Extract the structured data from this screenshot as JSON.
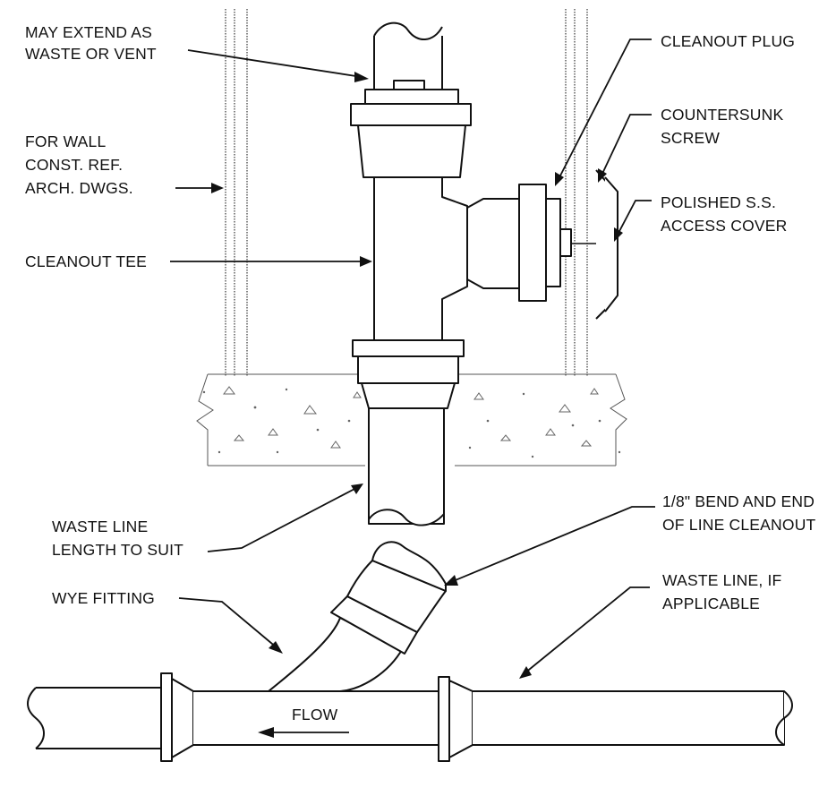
{
  "labels": {
    "extend": [
      "MAY EXTEND AS",
      "WASTE OR VENT"
    ],
    "wall": [
      "FOR WALL",
      "CONST. REF.",
      "ARCH. DWGS."
    ],
    "tee": [
      "CLEANOUT TEE"
    ],
    "waste_line": [
      "WASTE LINE",
      "LENGTH TO SUIT"
    ],
    "wye": [
      "WYE FITTING"
    ],
    "plug": [
      "CLEANOUT PLUG"
    ],
    "screw": [
      "COUNTERSUNK",
      "SCREW"
    ],
    "cover": [
      "POLISHED S.S.",
      "ACCESS COVER"
    ],
    "bend": [
      "1/8\" BEND AND END",
      "OF LINE CLEANOUT"
    ],
    "waste_if": [
      "WASTE LINE, IF",
      "APPLICABLE"
    ],
    "flow": [
      "FLOW"
    ]
  }
}
